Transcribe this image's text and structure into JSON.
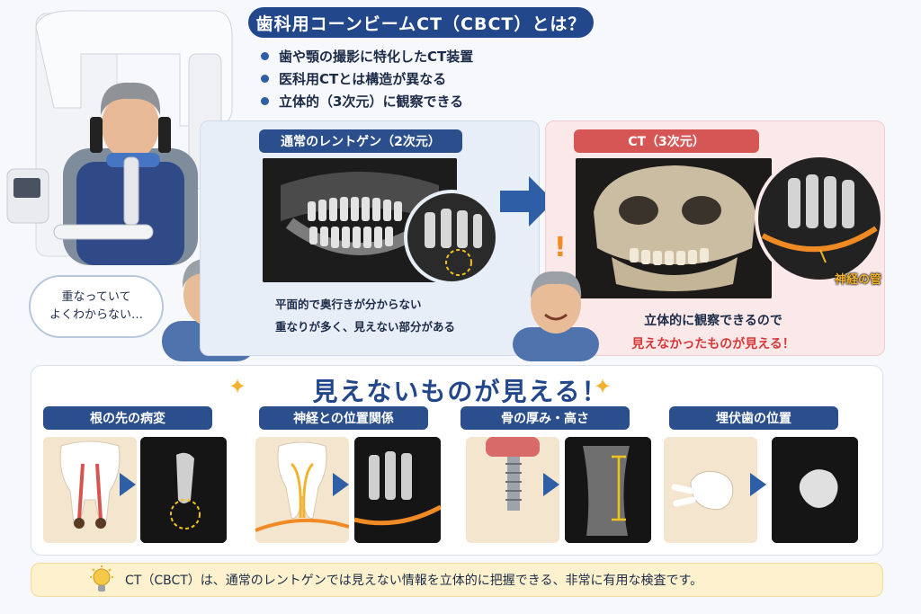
{
  "header": {
    "title": "歯科用コーンビームCT（CBCT）とは？",
    "bullets": [
      "歯や顎の撮影に特化したCT装置",
      "医科用CTとは構造が異なる",
      "立体的（3次元）に観察できる"
    ]
  },
  "speech_bubble": {
    "line1": "重なっていて",
    "line2": "よくわからない…"
  },
  "panel_2d": {
    "label": "通常のレントゲン（2次元）",
    "caption_line1": "平面的で奥行きが分からない",
    "caption_line2": "重なりが多く、見えない部分がある"
  },
  "panel_3d": {
    "label": "CT（3次元）",
    "nerve_label": "神経の管",
    "caption_line1": "立体的に観察できるので",
    "caption_line2": "見えなかったものが見える！"
  },
  "features": {
    "headline": "見えないものが見える！",
    "cards": [
      {
        "label": "根の先の病変"
      },
      {
        "label": "神経との位置関係"
      },
      {
        "label": "骨の厚み・高さ"
      },
      {
        "label": "埋伏歯の位置"
      }
    ]
  },
  "footer": {
    "text": "CT（CBCT）は、通常のレントゲンでは見えない情報を立体的に把握できる、非常に有用な検査です。"
  },
  "colors": {
    "navy": "#22478a",
    "label_blue": "#2b4e8c",
    "label_red": "#d65656",
    "accent_yellow": "#f2b22e",
    "nerve_orange": "#f08a24"
  }
}
